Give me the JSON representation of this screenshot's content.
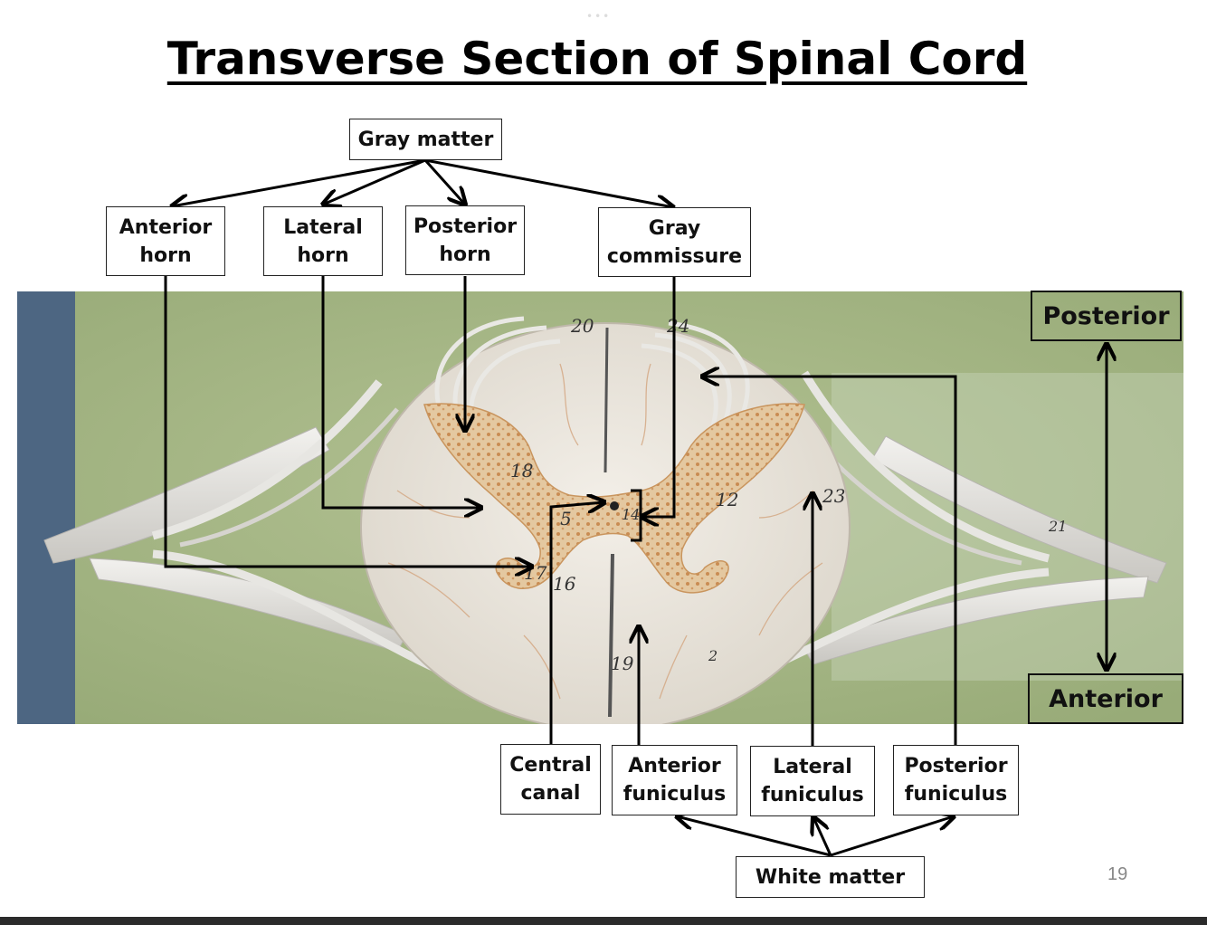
{
  "title": "Transverse Section of Spinal Cord",
  "labels": {
    "gray_matter": "Gray matter",
    "anterior_horn": "Anterior\nhorn",
    "lateral_horn": "Lateral\nhorn",
    "posterior_horn": "Posterior\nhorn",
    "gray_commissure": "Gray\ncommissure",
    "posterior": "Posterior",
    "anterior": "Anterior",
    "central_canal": "Central\ncanal",
    "anterior_funiculus": "Anterior\nfuniculus",
    "lateral_funiculus": "Lateral\nfuniculus",
    "posterior_funiculus": "Posterior\nfuniculus",
    "white_matter": "White matter"
  },
  "model_numbers": [
    "20",
    "24",
    "18",
    "12",
    "23",
    "5",
    "14",
    "16",
    "17",
    "19",
    "2",
    "21"
  ],
  "page_number": "19",
  "colors": {
    "background_green": "#a3b582",
    "cord_white": "#ece7dd",
    "gray_matter_tan": "#e3c79c",
    "arrow": "#000000"
  }
}
